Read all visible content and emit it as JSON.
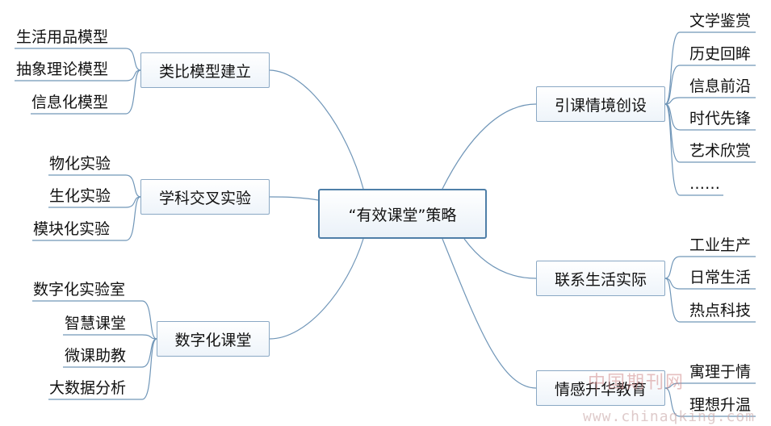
{
  "center": {
    "label": "“有效课堂”策略"
  },
  "branches": {
    "analogy": {
      "label": "类比模型建立",
      "leaves": [
        "生活用品模型",
        "抽象理论模型",
        "信息化模型"
      ]
    },
    "cross": {
      "label": "学科交叉实验",
      "leaves": [
        "物化实验",
        "生化实验",
        "模块化实验"
      ]
    },
    "digital": {
      "label": "数字化课堂",
      "leaves": [
        "数字化实验室",
        "智慧课堂",
        "微课助教",
        "大数据分析"
      ]
    },
    "intro": {
      "label": "引课情境创设",
      "leaves": [
        "文学鉴赏",
        "历史回眸",
        "信息前沿",
        "时代先锋",
        "艺术欣赏",
        "……"
      ]
    },
    "life": {
      "label": "联系生活实际",
      "leaves": [
        "工业生产",
        "日常生活",
        "热点科技"
      ]
    },
    "emotion": {
      "label": "情感升华教育",
      "leaves": [
        "寓理于情",
        "理想升温"
      ]
    }
  },
  "watermark": {
    "name": "中国期刊网",
    "url": "www.chinaqking.com"
  },
  "colors": {
    "line": "#7096b8",
    "border": "#8aa8c4",
    "center_border": "#4f7fa8"
  }
}
